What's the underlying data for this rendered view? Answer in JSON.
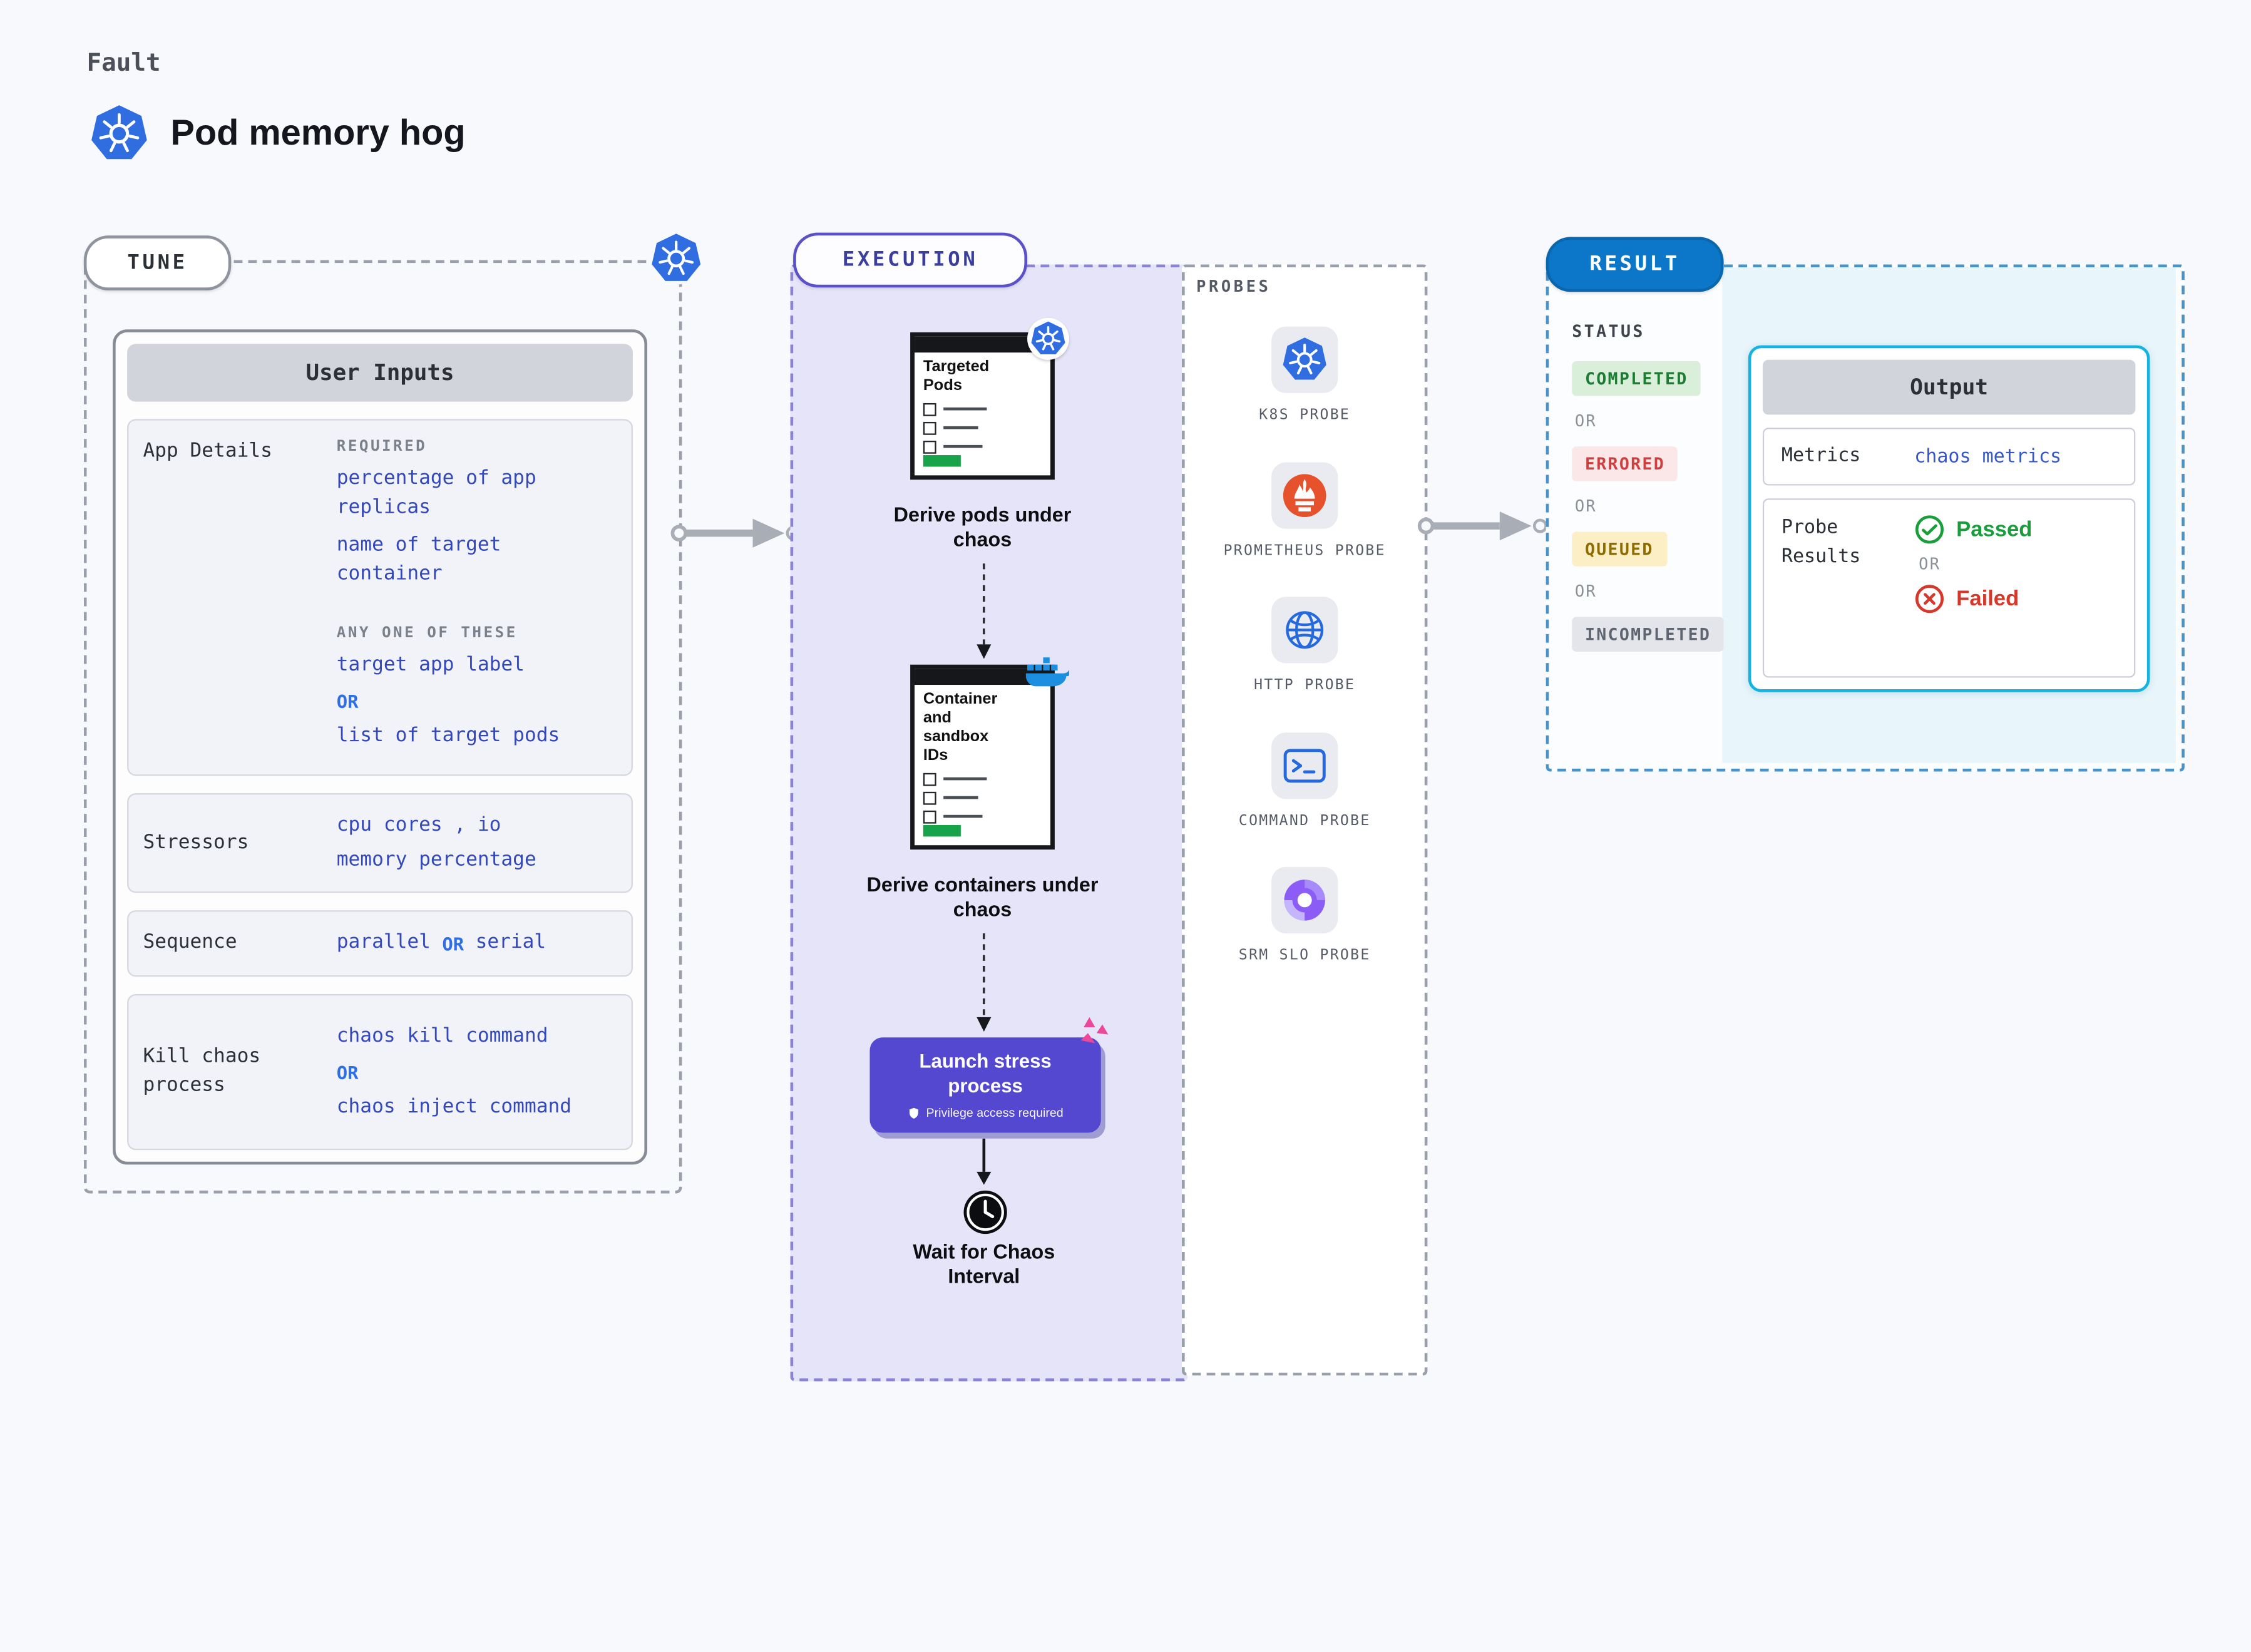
{
  "header": {
    "eyebrow": "Fault",
    "title": "Pod memory hog"
  },
  "tune": {
    "label": "TUNE",
    "user_inputs": {
      "title": "User Inputs",
      "app_details": {
        "label": "App Details",
        "required_caption": "REQUIRED",
        "required_items": [
          "percentage of app replicas",
          "name of target container"
        ],
        "any_caption": "ANY ONE OF THESE",
        "option_a": "target app label",
        "or": "OR",
        "option_b": "list of target pods"
      },
      "stressors": {
        "label": "Stressors",
        "line1": "cpu cores , io",
        "line2": "memory percentage"
      },
      "sequence": {
        "label": "Sequence",
        "option_a": "parallel",
        "or": "OR",
        "option_b": "serial"
      },
      "kill_chaos_process": {
        "label": "Kill chaos process",
        "option_a": "chaos kill command",
        "or": "OR",
        "option_b": "chaos inject command"
      }
    }
  },
  "execution": {
    "label": "EXECUTION",
    "steps": {
      "targeted_pods": {
        "doc_title": "Targeted Pods",
        "caption": "Derive pods under chaos"
      },
      "containers": {
        "doc_title": "Container and sandbox IDs",
        "caption": "Derive containers under chaos"
      },
      "launch_stress": {
        "title": "Launch stress process",
        "subtitle": "Privilege access required"
      },
      "wait": {
        "caption": "Wait for Chaos Interval"
      }
    }
  },
  "probes": {
    "label": "PROBES",
    "items": [
      {
        "label": "K8S PROBE",
        "icon": "kubernetes-icon"
      },
      {
        "label": "PROMETHEUS PROBE",
        "icon": "prometheus-icon"
      },
      {
        "label": "HTTP PROBE",
        "icon": "globe-icon"
      },
      {
        "label": "COMMAND PROBE",
        "icon": "terminal-icon"
      },
      {
        "label": "SRM SLO PROBE",
        "icon": "srm-slo-icon"
      }
    ]
  },
  "result": {
    "label": "RESULT",
    "status": {
      "title": "STATUS",
      "or": "OR",
      "badges": [
        {
          "label": "COMPLETED",
          "bg": "#d9efda",
          "color": "#1b7d32"
        },
        {
          "label": "ERRORED",
          "bg": "#fbe7e7",
          "color": "#cf3f3f"
        },
        {
          "label": "QUEUED",
          "bg": "#fcefc5",
          "color": "#8f6c00"
        },
        {
          "label": "INCOMPLETED",
          "bg": "#e3e5ea",
          "color": "#5f6570"
        }
      ]
    },
    "output": {
      "title": "Output",
      "metrics_label": "Metrics",
      "metrics_value": "chaos metrics",
      "probe_results_label": "Probe Results",
      "passed": "Passed",
      "or": "OR",
      "failed": "Failed"
    }
  },
  "colors": {
    "accent_blue": "#2e6fe8",
    "code_blue": "#3349bb",
    "kubernetes_blue": "#2f6de0",
    "execution_purple": "#5a50c8",
    "result_blue": "#0c77c8",
    "output_border": "#14b4de",
    "passed_green": "#1a9e3c",
    "failed_red": "#d6392c"
  }
}
